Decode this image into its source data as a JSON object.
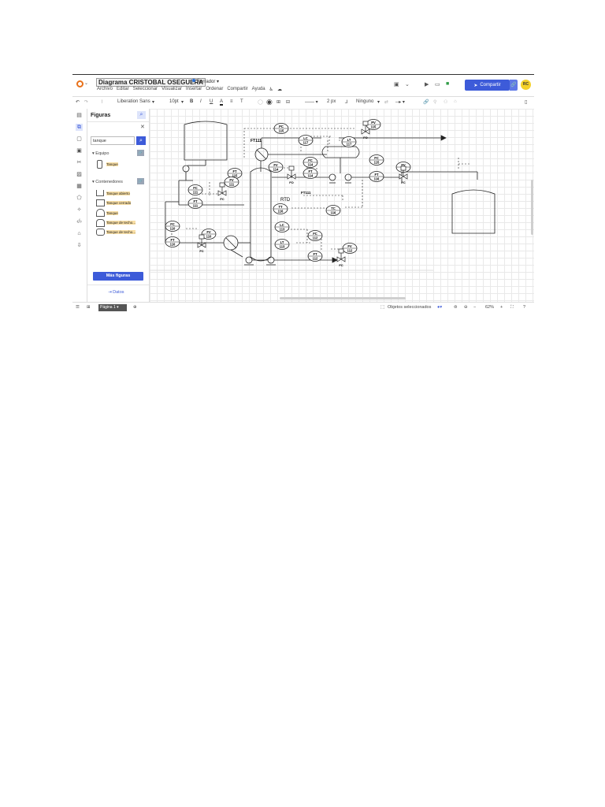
{
  "header": {
    "title": "Diagrama CRISTOBAL OSEGUERA",
    "status": "Borrador",
    "menus": [
      "Archivo",
      "Editar",
      "Seleccionar",
      "Visualizar",
      "Insertar",
      "Ordenar",
      "Compartir",
      "Ayuda"
    ],
    "share_label": "Compartir",
    "avatar": "RC"
  },
  "toolbar": {
    "font": "Liberation Sans",
    "font_size": "10pt",
    "bold": "B",
    "italic": "I",
    "underline": "U",
    "text_color": "A",
    "align": "≡",
    "text_style": "T",
    "line_width": "2 px",
    "arrow_start": "Ninguno"
  },
  "panel": {
    "title": "Figuras",
    "search_value": "tanque",
    "section_equipo": "Equipo",
    "equipo_items": [
      "Tanque"
    ],
    "section_contenedores": "Contenedores",
    "contenedores_items": [
      "Tanque abierto",
      "Tanque cerrado",
      "Tanque",
      "Tanque de techo...",
      "Tanque de techo..."
    ],
    "more_shapes": "Más figuras",
    "datos": "Datos"
  },
  "bottombar": {
    "page": "Página 1",
    "selected_objects": "Objetos seleccionados",
    "zoom": "62%"
  },
  "diagram": {
    "labels": {
      "ft111_top": "FT111",
      "ft111_mid": "FT111",
      "rtd": "RTD"
    },
    "instruments": [
      {
        "id": "pc115",
        "l1": "PC",
        "l2": "115"
      },
      {
        "id": "pv115",
        "l1": "PV",
        "l2": "115"
      },
      {
        "id": "lc117",
        "l1": "LC",
        "l2": "117"
      },
      {
        "id": "lt117",
        "l1": "LT",
        "l2": "117"
      },
      {
        "id": "fc114",
        "l1": "FC",
        "l2": "114"
      },
      {
        "id": "ft114",
        "l1": "FT",
        "l2": "114"
      },
      {
        "id": "fv114",
        "l1": "FV",
        "l2": "114"
      },
      {
        "id": "ft115",
        "l1": "FT",
        "l2": "115"
      },
      {
        "id": "fc115",
        "l1": "FC",
        "l2": "115"
      },
      {
        "id": "fv115",
        "l1": "FV",
        "l2": "115"
      },
      {
        "id": "ft116",
        "l1": "FT",
        "l2": "116"
      },
      {
        "id": "fc111",
        "l1": "FC",
        "l2": "111"
      },
      {
        "id": "fv111",
        "l1": "FV",
        "l2": "111"
      },
      {
        "id": "ft111",
        "l1": "FT",
        "l2": "111"
      },
      {
        "id": "tt116",
        "l1": "TT",
        "l2": "116"
      },
      {
        "id": "tc116",
        "l1": "TC",
        "l2": "116"
      },
      {
        "id": "fc110",
        "l1": "FC",
        "l2": "110"
      },
      {
        "id": "ft110",
        "l1": "FT",
        "l2": "110"
      },
      {
        "id": "fv110",
        "l1": "FV",
        "l2": "110"
      },
      {
        "id": "lc113",
        "l1": "LC",
        "l2": "113"
      },
      {
        "id": "lt113",
        "l1": "LT",
        "l2": "113"
      },
      {
        "id": "fc112",
        "l1": "FC",
        "l2": "112"
      },
      {
        "id": "ft112",
        "l1": "FT",
        "l2": "112"
      },
      {
        "id": "fv112",
        "l1": "FV",
        "l2": "112"
      }
    ],
    "valve_tags": [
      "FO",
      "FC",
      "FO",
      "FC",
      "FC",
      "FC"
    ]
  }
}
